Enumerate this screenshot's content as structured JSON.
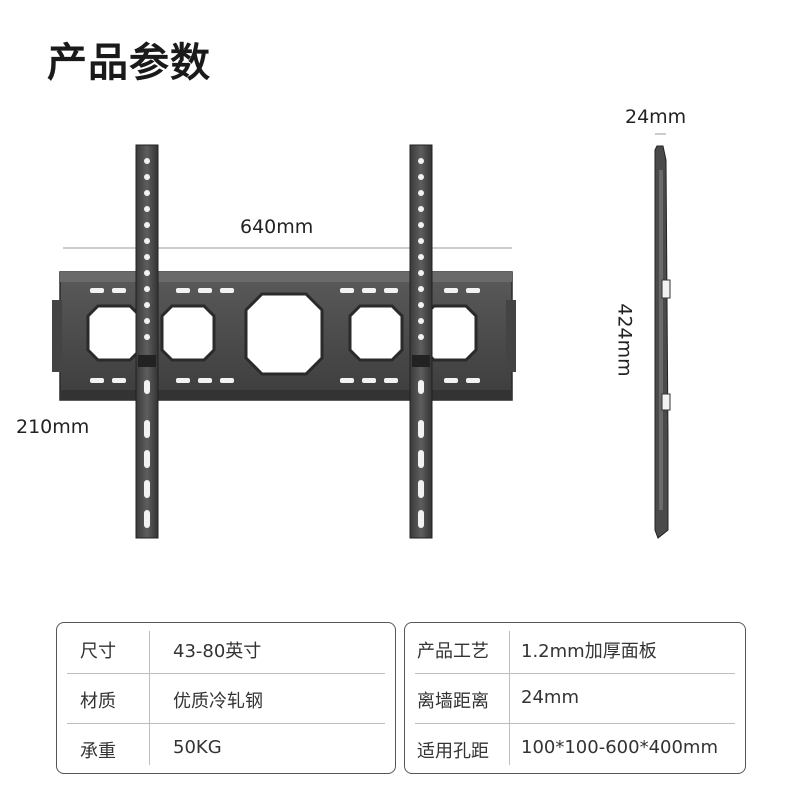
{
  "title": "产品参数",
  "dimensions": {
    "width": "640mm",
    "height": "210mm",
    "depth": "24mm",
    "length": "424mm"
  },
  "specs_left": [
    {
      "label": "尺寸",
      "value": "43-80英寸"
    },
    {
      "label": "材质",
      "value": "优质冷轧钢"
    },
    {
      "label": "承重",
      "value": "50KG"
    }
  ],
  "specs_right": [
    {
      "label": "产品工艺",
      "value": "1.2mm加厚面板"
    },
    {
      "label": "离墙距离",
      "value": "24mm"
    },
    {
      "label": "适用孔距",
      "value": "100*100-600*400mm"
    }
  ],
  "colors": {
    "metal": "#4a4a4a",
    "metal_dark": "#2e2e2e",
    "metal_light": "#6a6a6a"
  }
}
